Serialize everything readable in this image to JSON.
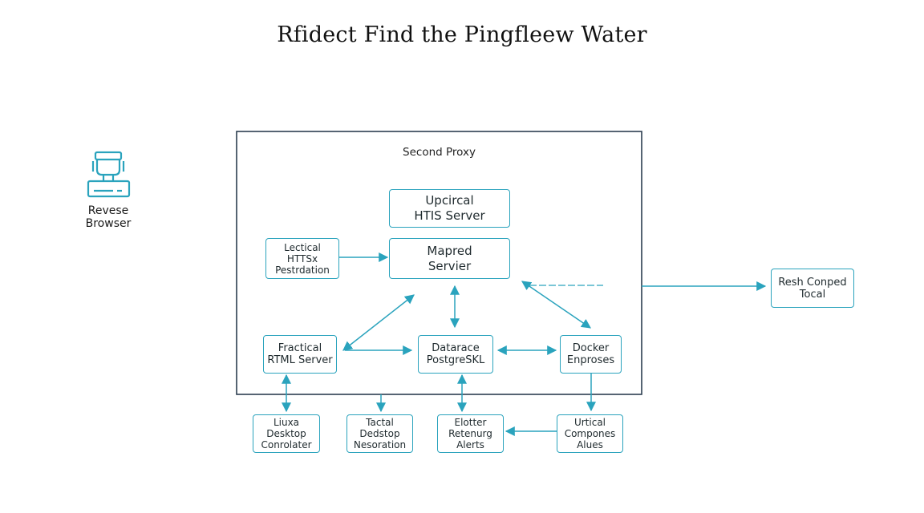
{
  "title": "Rfidect Find the Pingfleew Water",
  "container": {
    "label": "Second Proxy"
  },
  "client": {
    "icon": "computer-icon",
    "label_lines": [
      "Revese",
      "Browser"
    ]
  },
  "nodes": {
    "upcircal": {
      "lines": [
        "Upcircal",
        "HTIS Server"
      ]
    },
    "mapred": {
      "lines": [
        "Mapred",
        "Servier"
      ]
    },
    "lectical": {
      "lines": [
        "Lectical",
        "HTTSx",
        "Pestrdation"
      ]
    },
    "fractical": {
      "lines": [
        "Fractical",
        "RTML Server"
      ]
    },
    "database": {
      "lines": [
        "Datarace",
        "PostgreSKL"
      ]
    },
    "docker": {
      "lines": [
        "Docker",
        "Enproses"
      ]
    },
    "resh": {
      "lines": [
        "Resh Conped",
        "Tocal"
      ]
    },
    "linux": {
      "lines": [
        "Liuxa",
        "Desktop",
        "Conrolater"
      ]
    },
    "tactical": {
      "lines": [
        "Tactal",
        "Dedstop",
        "Nesoration"
      ]
    },
    "elotter": {
      "lines": [
        "Elotter",
        "Retenurg",
        "Alerts"
      ]
    },
    "urtical": {
      "lines": [
        "Urtical",
        "Compones",
        "Alues"
      ]
    }
  },
  "colors": {
    "accent": "#2aa3bd",
    "container_border": "#2c3e50",
    "text": "#1f2a2e"
  }
}
